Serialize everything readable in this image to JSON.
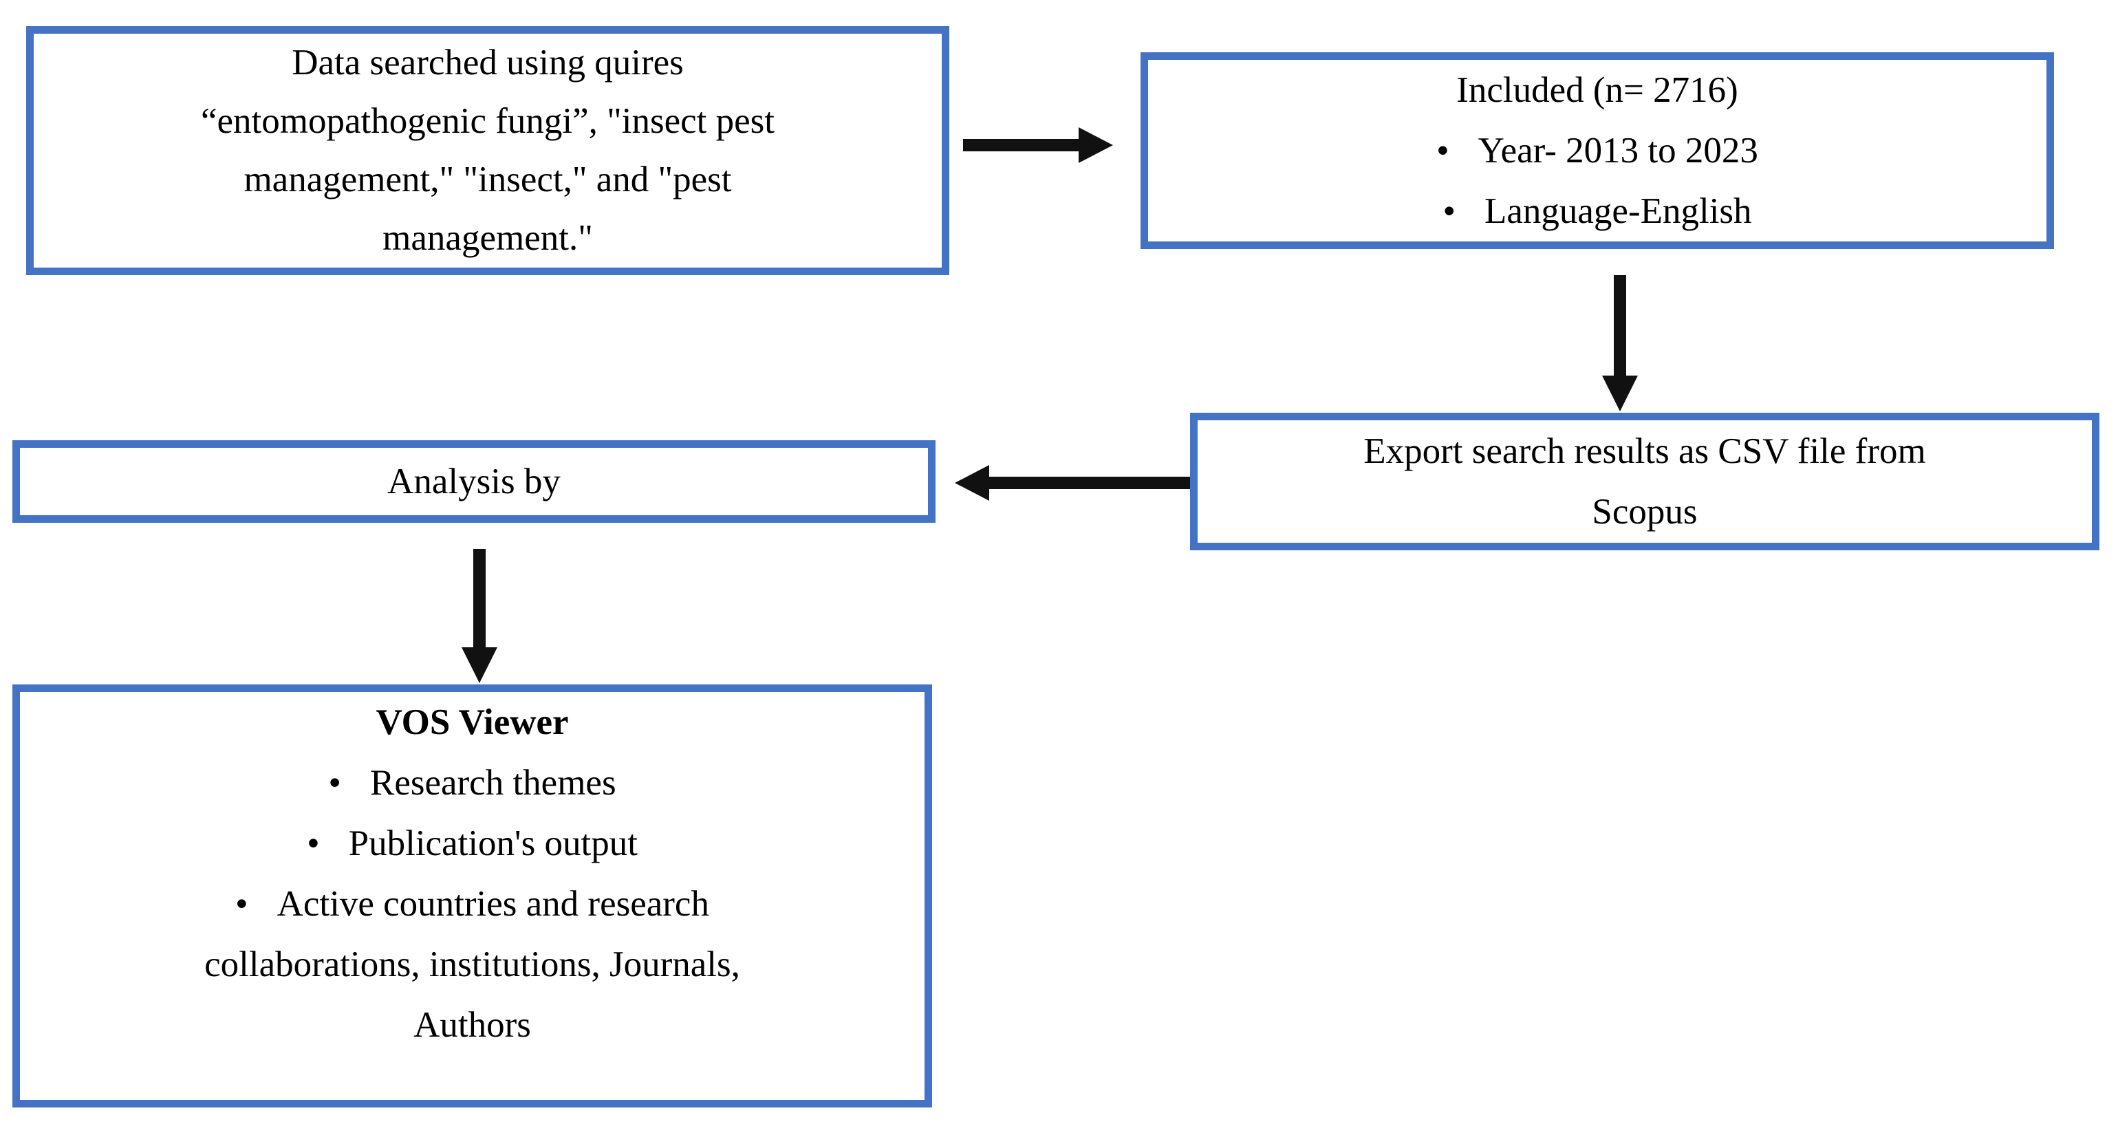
{
  "colors": {
    "box_border": "#4472C4",
    "arrow": "#111111",
    "text": "#000000",
    "background": "#ffffff"
  },
  "glyphs": {
    "bullet": "•"
  },
  "boxes": {
    "query": {
      "lines": [
        "Data searched using quires",
        "“entomopathogenic fungi”, \"insect pest",
        "management,\" \"insect,\" and \"pest",
        "management.\""
      ]
    },
    "included": {
      "title": "Included (n= 2716)",
      "bullets": [
        "Year- 2013 to 2023",
        "Language-English"
      ]
    },
    "export": {
      "lines": [
        "Export search results as CSV file from",
        "Scopus"
      ]
    },
    "analysis": {
      "label": "Analysis by"
    },
    "vos": {
      "title": "VOS Viewer",
      "bullets": [
        {
          "lines": [
            "Research themes"
          ]
        },
        {
          "lines": [
            "Publication's output"
          ]
        },
        {
          "lines": [
            "Active countries and research",
            "collaborations, institutions, Journals,",
            "Authors"
          ]
        }
      ]
    }
  }
}
